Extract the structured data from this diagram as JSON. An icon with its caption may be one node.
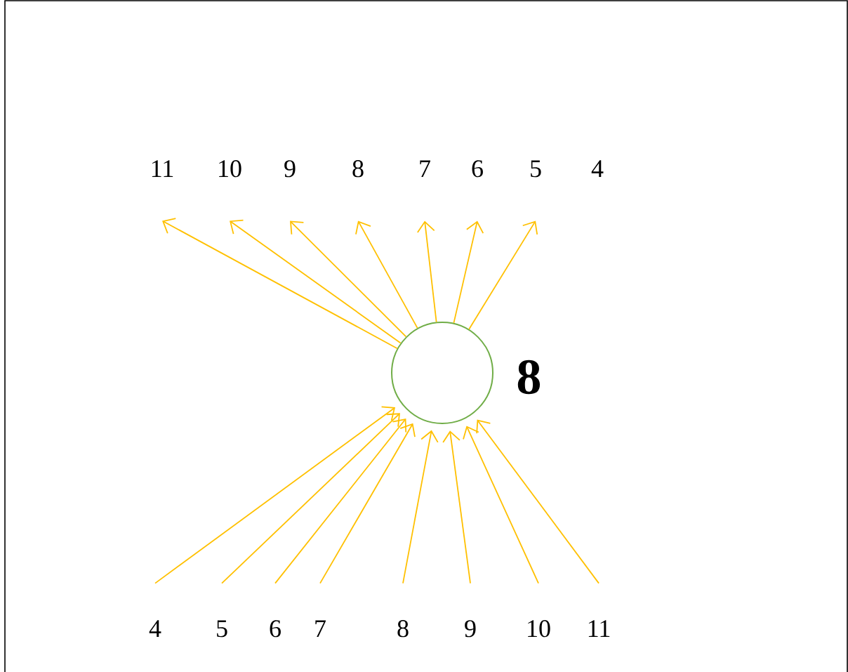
{
  "diagram": {
    "nodes": [
      {
        "text": [],
        "shape": "circle",
        "beside": [
          "8"
        ]
      },
      {
        "text": [
          "11"
        ]
      },
      {
        "text": [
          "10"
        ]
      },
      {
        "text": [
          "9"
        ]
      },
      {
        "text": [
          "8"
        ]
      },
      {
        "text": [
          "7"
        ]
      },
      {
        "text": [
          "6"
        ]
      },
      {
        "text": [
          "5"
        ]
      },
      {
        "text": [
          "4"
        ]
      },
      {
        "text": [
          "4"
        ]
      },
      {
        "text": [
          "5"
        ]
      },
      {
        "text": [
          "6"
        ]
      },
      {
        "text": [
          "7"
        ]
      },
      {
        "text": [
          "8"
        ]
      },
      {
        "text": [
          "9"
        ]
      },
      {
        "text": [
          "10"
        ]
      },
      {
        "text": [
          "11"
        ]
      }
    ],
    "edges": [
      {
        "from": 0,
        "to": 1,
        "arrow": "to"
      },
      {
        "from": 0,
        "to": 2,
        "arrow": "to"
      },
      {
        "from": 0,
        "to": 3,
        "arrow": "to"
      },
      {
        "from": 0,
        "to": 4,
        "arrow": "to"
      },
      {
        "from": 0,
        "to": 5,
        "arrow": "to"
      },
      {
        "from": 0,
        "to": 6,
        "arrow": "to"
      },
      {
        "from": 0,
        "to": 7,
        "arrow": "to"
      },
      {
        "from": 9,
        "to": 0,
        "arrow": "to"
      },
      {
        "from": 10,
        "to": 0,
        "arrow": "to"
      },
      {
        "from": 11,
        "to": 0,
        "arrow": "to"
      },
      {
        "from": 12,
        "to": 0,
        "arrow": "to"
      },
      {
        "from": 13,
        "to": 0,
        "arrow": "to"
      },
      {
        "from": 14,
        "to": 0,
        "arrow": "to"
      },
      {
        "from": 15,
        "to": 0,
        "arrow": "to"
      },
      {
        "from": 16,
        "to": 0,
        "arrow": "to"
      }
    ]
  }
}
